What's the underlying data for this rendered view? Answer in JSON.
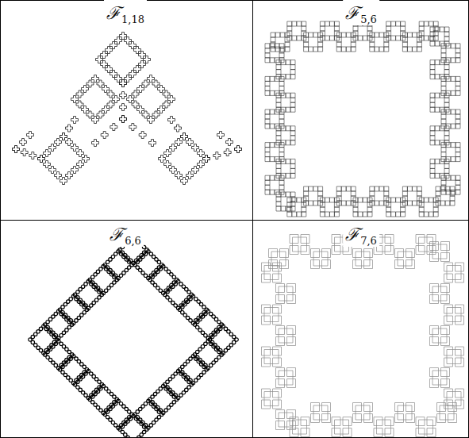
{
  "diagram": {
    "labels": [
      "ℱ",
      "1,18",
      "ℱ",
      "5,6",
      "ℱ",
      "6,6",
      "ℱ",
      "7,6"
    ]
  }
}
